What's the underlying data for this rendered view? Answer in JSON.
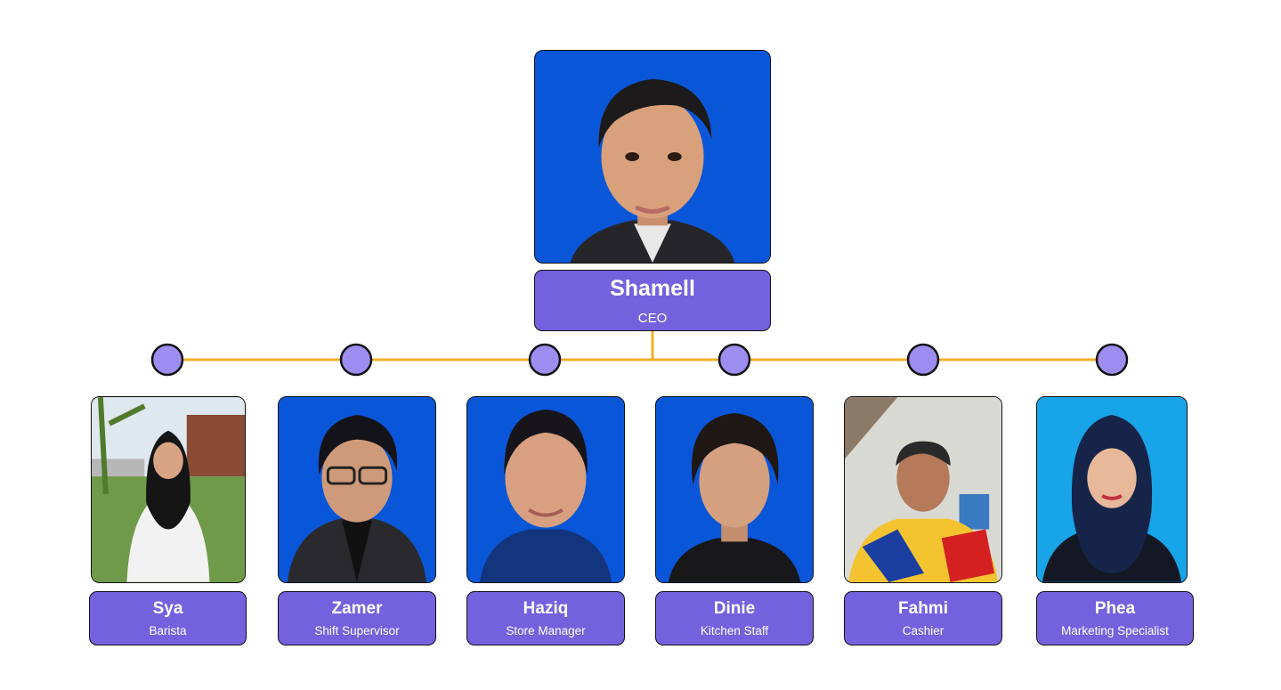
{
  "colors": {
    "label_fill": "#7461de",
    "node_fill": "#9d8df0",
    "connector": "#f2b026",
    "photo_bg_blue": "#0a56d8",
    "photo_bg_outdoor": "#7da45a",
    "photo_bg_indoor": "#d9d9d4",
    "photo_bg_light_blue": "#17a4e8"
  },
  "ceo": {
    "name": "Shamell",
    "role": "CEO",
    "photo": "portrait-photo"
  },
  "team": [
    {
      "name": "Sya",
      "role": "Barista",
      "photo": "portrait-photo"
    },
    {
      "name": "Zamer",
      "role": "Shift Supervisor",
      "photo": "portrait-photo"
    },
    {
      "name": "Haziq",
      "role": "Store Manager",
      "photo": "portrait-photo"
    },
    {
      "name": "Dinie",
      "role": "Kitchen Staff",
      "photo": "portrait-photo"
    },
    {
      "name": "Fahmi",
      "role": "Cashier",
      "photo": "portrait-photo"
    },
    {
      "name": "Phea",
      "role": "Marketing Specialist",
      "photo": "portrait-photo"
    }
  ]
}
